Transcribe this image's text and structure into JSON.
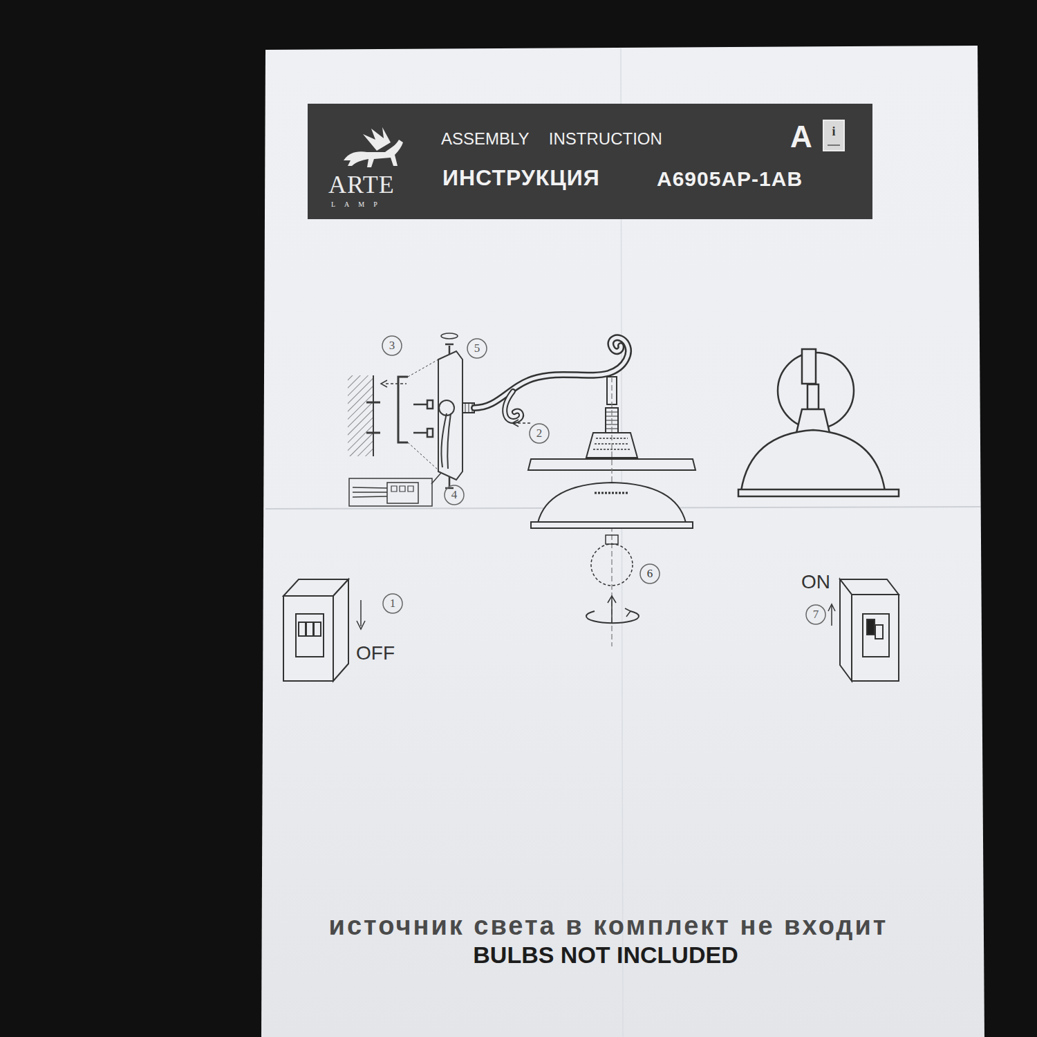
{
  "diagram": {
    "nodes": [
      {
        "text": [
          "ARTE",
          "LAMP",
          "ASSEMBLY INSTRUCTION",
          "A",
          "ИНСТРУКЦИЯ",
          "A6905AP-1AB"
        ]
      }
    ],
    "labels": [
      "3",
      "5",
      "2",
      "4",
      "6",
      "1",
      "OFF",
      "ON",
      "7",
      "i",
      "источник света в комплект не входит",
      "BULBS NOT INCLUDED"
    ]
  }
}
